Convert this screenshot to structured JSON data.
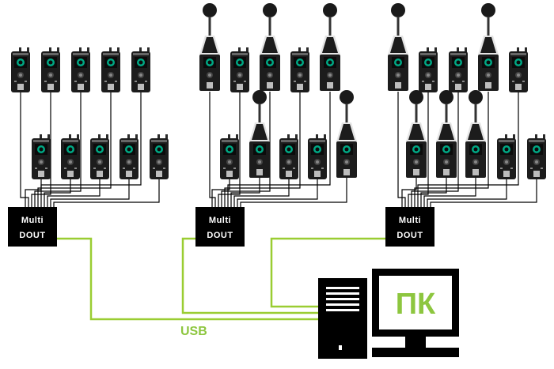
{
  "hubs": [
    {
      "line1": "Multi",
      "line2": "DOUT"
    },
    {
      "line1": "Multi",
      "line2": "DOUT"
    },
    {
      "line1": "Multi",
      "line2": "DOUT"
    }
  ],
  "connection_label": "USB",
  "computer": {
    "screen_label": "ПК"
  },
  "colors": {
    "usb_line": "#9acd32",
    "label_green": "#8dc63f",
    "device_body": "#1a1a1a",
    "device_screen": "#00a884",
    "black": "#000000"
  }
}
